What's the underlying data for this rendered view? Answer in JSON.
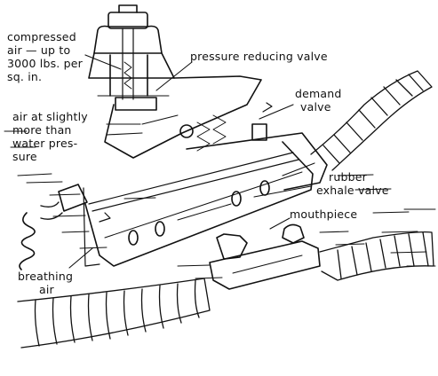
{
  "labels": {
    "compressed_air": [
      "compressed",
      "air — up to",
      "3000 lbs. per",
      "sq. in."
    ],
    "pressure_reducing_valve": [
      "pressure reducing valve"
    ],
    "demand_valve": [
      "demand",
      "valve"
    ],
    "air_slightly_more": [
      "air at slightly",
      "more than",
      "water pres-",
      "sure"
    ],
    "rubber_exhale_valve": [
      "rubber",
      "exhale valve"
    ],
    "mouthpiece": [
      "mouthpiece"
    ],
    "breathing_air": [
      "breathing",
      "air"
    ]
  },
  "colors": {
    "ink": "#111111",
    "paper": "#ffffff"
  }
}
